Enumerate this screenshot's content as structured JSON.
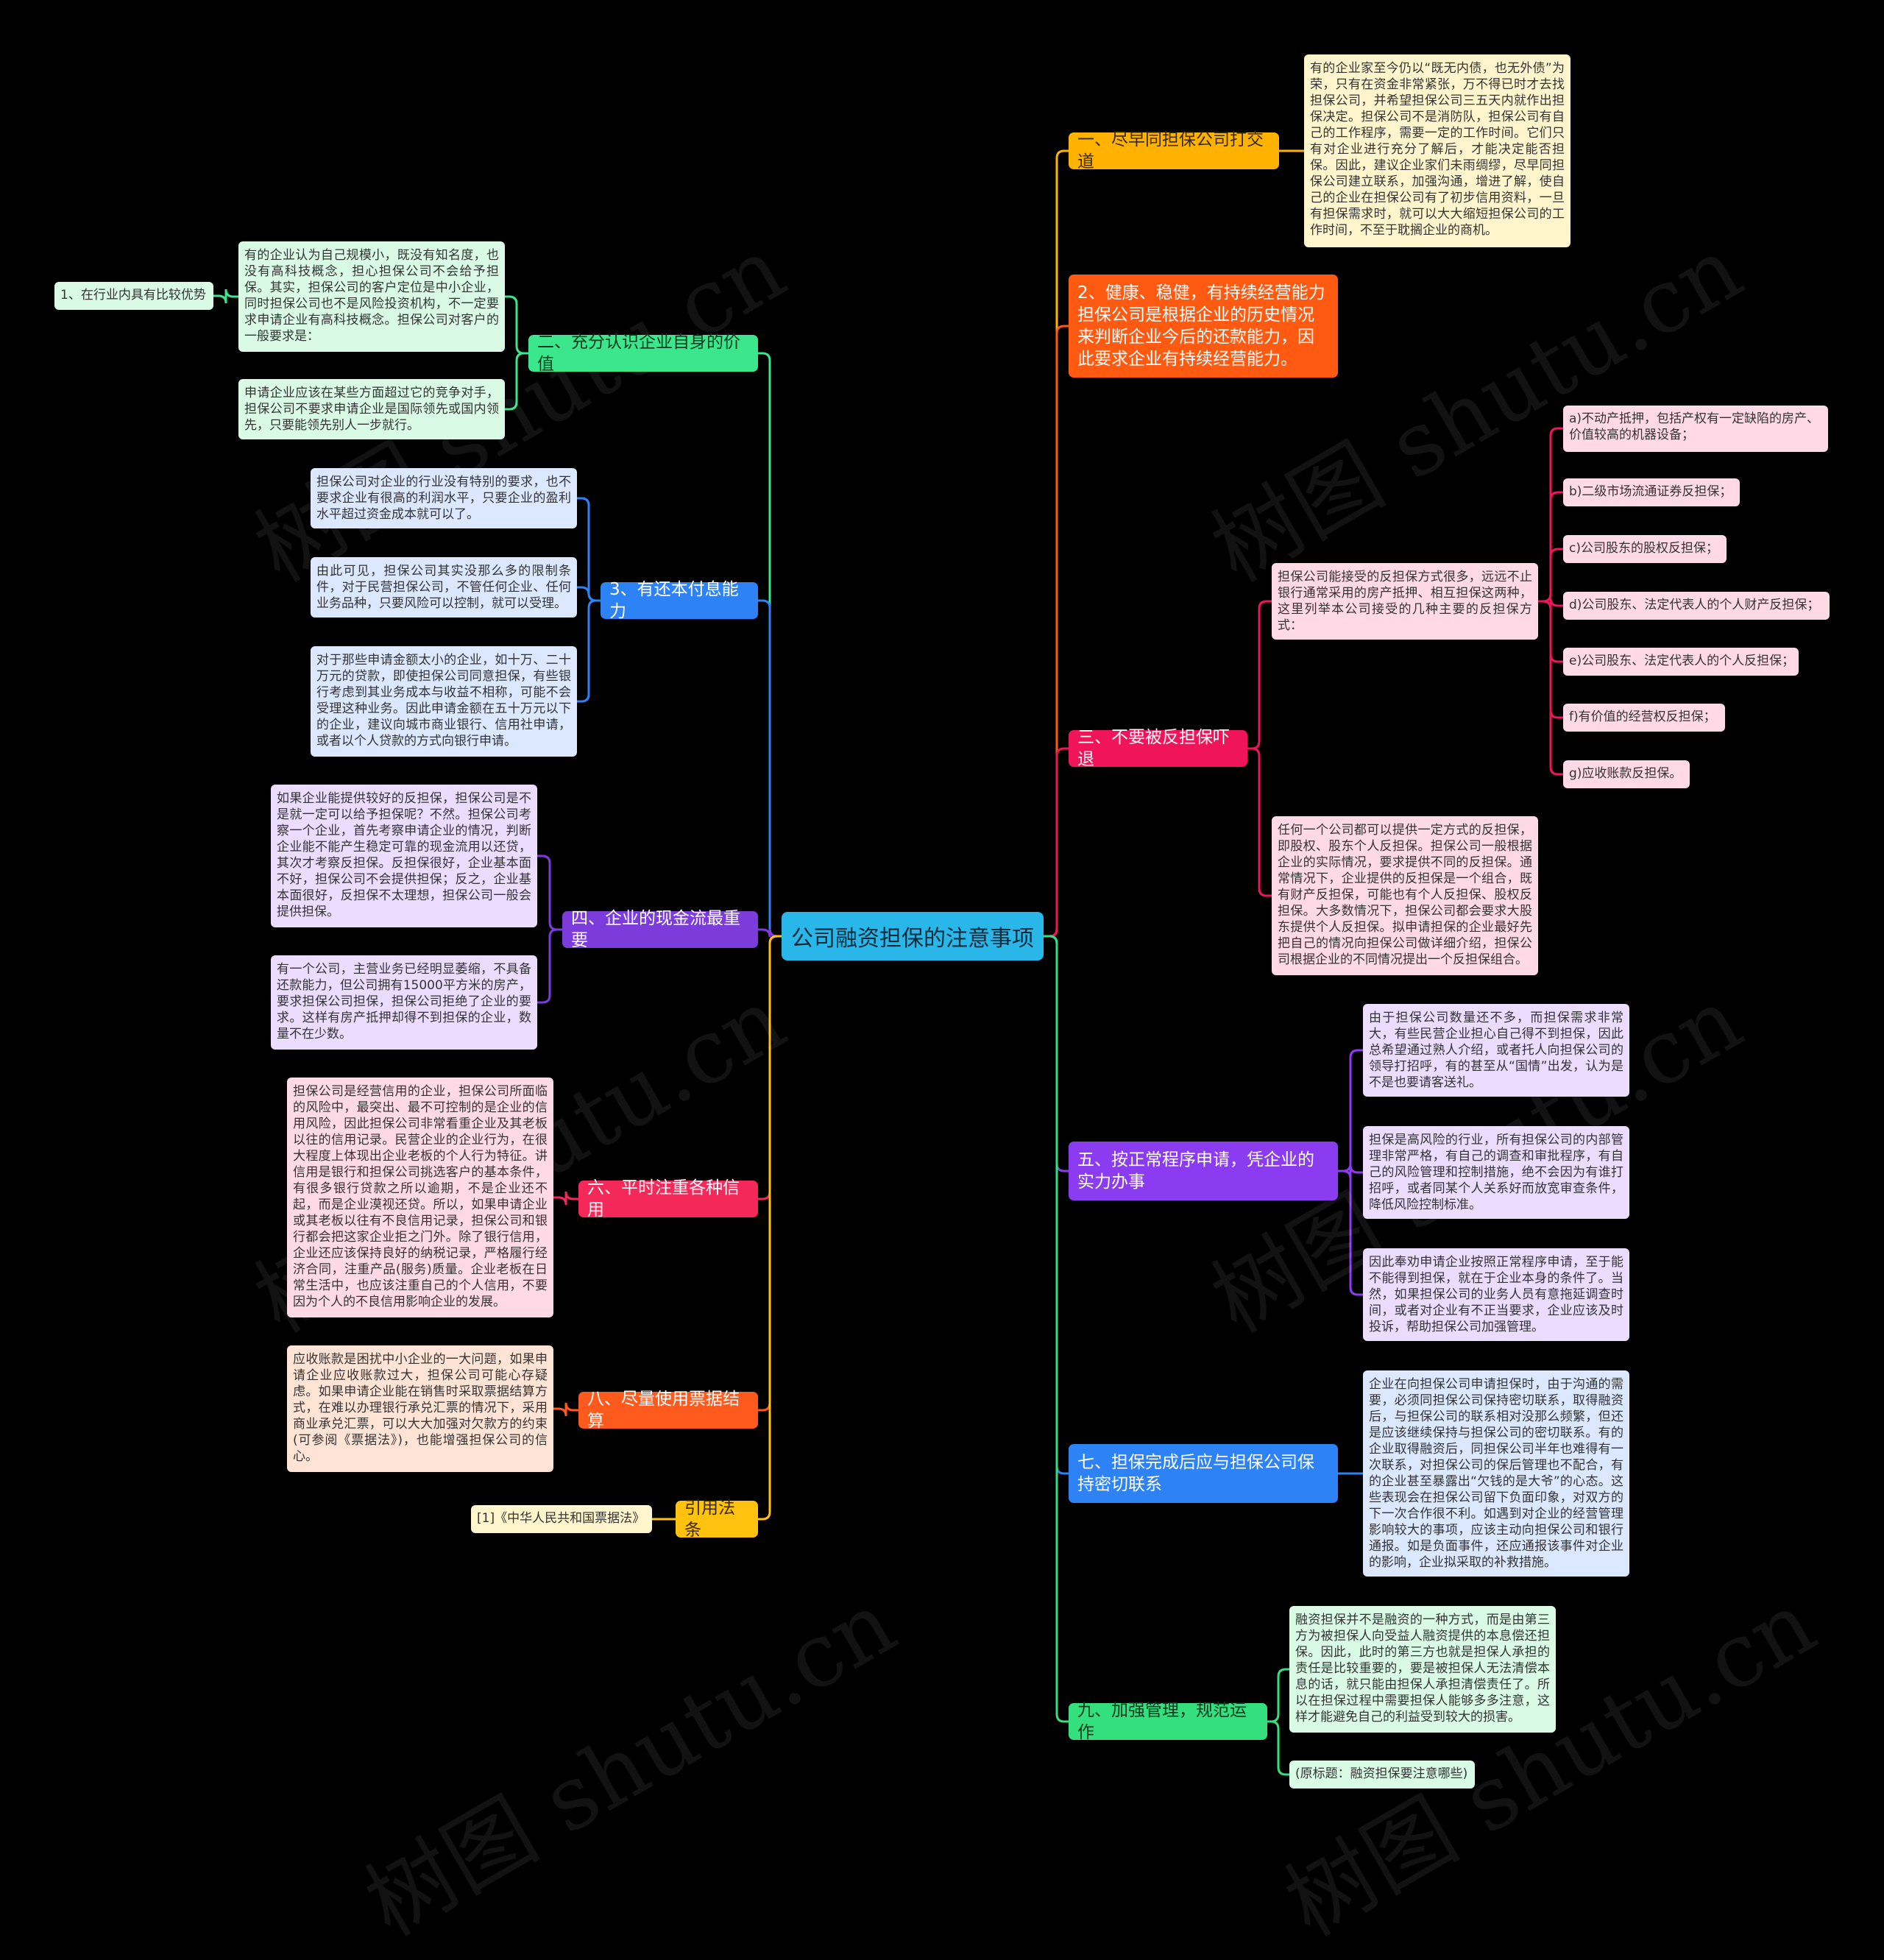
{
  "watermark": "树图 shutu.cn",
  "center": "公司融资担保的注意事项",
  "colors": {
    "yellow": "#ffb300",
    "orange": "#ff5a12",
    "pink": "#f0145a",
    "purple": "#8c3cf0",
    "blue": "#2d82f5",
    "green": "#34e07e",
    "lightgreen": "#3ce68c",
    "violet": "#7c3cdc",
    "crimson": "#f5285a",
    "deeporange": "#ff5a1e",
    "gold": "#ffc20e"
  },
  "right": {
    "b1": {
      "label": "一、尽早同担保公司打交道",
      "note": "有的企业家至今仍以“既无内债，也无外债”为荣，只有在资金非常紧张，万不得已时才去找担保公司，并希望担保公司三五天内就作出担保决定。担保公司不是消防队，担保公司有自己的工作程序，需要一定的工作时间。它们只有对企业进行充分了解后，才能决定能否担保。因此，建议企业家们未雨绸缪，尽早同担保公司建立联系，加强沟通，增进了解，使自己的企业在担保公司有了初步信用资料，一旦有担保需求时，就可以大大缩短担保公司的工作时间，不至于耽搁企业的商机。"
    },
    "b2": {
      "label": "2、健康、稳健，有持续经营能力担保公司是根据企业的历史情况来判断企业今后的还款能力，因此要求企业有持续经营能力。"
    },
    "b3": {
      "label": "三、不要被反担保吓退",
      "note1": "担保公司能接受的反担保方式很多，远远不止银行通常采用的房产抵押、相互担保这两种，这里列举本公司接受的几种主要的反担保方式：",
      "items": [
        "a)不动产抵押，包括产权有一定缺陷的房产、价值较高的机器设备；",
        "b)二级市场流通证券反担保；",
        "c)公司股东的股权反担保；",
        "d)公司股东、法定代表人的个人财产反担保；",
        "e)公司股东、法定代表人的个人反担保；",
        "f)有价值的经营权反担保；",
        "g)应收账款反担保。"
      ],
      "note2": "任何一个公司都可以提供一定方式的反担保，即股权、股东个人反担保。担保公司一般根据企业的实际情况，要求提供不同的反担保。通常情况下，企业提供的反担保是一个组合，既有财产反担保，可能也有个人反担保、股权反担保。大多数情况下，担保公司都会要求大股东提供个人反担保。拟申请担保的企业最好先把自己的情况向担保公司做详细介绍，担保公司根据企业的不同情况提出一个反担保组合。"
    },
    "b5": {
      "label": "五、按正常程序申请，凭企业的实力办事",
      "notes": [
        "由于担保公司数量还不多，而担保需求非常大，有些民营企业担心自己得不到担保，因此总希望通过熟人介绍，或者托人向担保公司的领导打招呼，有的甚至从“国情”出发，认为是不是也要请客送礼。",
        "担保是高风险的行业，所有担保公司的内部管理非常严格，有自己的调查和审批程序，有自己的风险管理和控制措施，绝不会因为有谁打招呼，或者同某个人关系好而放宽审查条件，降低风险控制标准。",
        "因此奉劝申请企业按照正常程序申请，至于能不能得到担保，就在于企业本身的条件了。当然，如果担保公司的业务人员有意拖延调查时间，或者对企业有不正当要求，企业应该及时投诉，帮助担保公司加强管理。"
      ]
    },
    "b7": {
      "label": "七、担保完成后应与担保公司保持密切联系",
      "note": "企业在向担保公司申请担保时，由于沟通的需要，必须同担保公司保持密切联系，取得融资后，与担保公司的联系相对没那么频繁，但还是应该继续保持与担保公司的密切联系。有的企业取得融资后，同担保公司半年也难得有一次联系，对担保公司的保后管理也不配合，有的企业甚至暴露出“欠钱的是大爷”的心态。这些表现会在担保公司留下负面印象，对双方的下一次合作很不利。如遇到对企业的经营管理影响较大的事项，应该主动向担保公司和银行通报。如是负面事件，还应通报该事件对企业的影响，企业拟采取的补救措施。"
    },
    "b9": {
      "label": "九、加强管理，规范运作",
      "note": "融资担保并不是融资的一种方式，而是由第三方为被担保人向受益人融资提供的本息偿还担保。因此，此时的第三方也就是担保人承担的责任是比较重要的，要是被担保人无法清偿本息的话，就只能由担保人承担清偿责任了。所以在担保过程中需要担保人能够多多注意，这样才能避免自己的利益受到较大的损害。",
      "tag": "(原标题：融资担保要注意哪些)"
    }
  },
  "left": {
    "b2": {
      "label": "二、充分认识企业自身的价值",
      "note1": "有的企业认为自己规模小，既没有知名度，也没有高科技概念，担心担保公司不会给予担保。其实，担保公司的客户定位是中小企业，同时担保公司也不是风险投资机构，不一定要求申请企业有高科技概念。担保公司对客户的一般要求是：",
      "tag": "1、在行业内具有比较优势",
      "note2": "申请企业应该在某些方面超过它的竞争对手，担保公司不要求申请企业是国际领先或国内领先，只要能领先别人一步就行。"
    },
    "b3": {
      "label": "3、有还本付息能力",
      "notes": [
        "担保公司对企业的行业没有特别的要求，也不要求企业有很高的利润水平，只要企业的盈利水平超过资金成本就可以了。",
        "由此可见，担保公司其实没那么多的限制条件，对于民营担保公司，不管任何企业、任何业务品种，只要风险可以控制，就可以受理。",
        "对于那些申请金额太小的企业，如十万、二十万元的贷款，即使担保公司同意担保，有些银行考虑到其业务成本与收益不相称，可能不会受理这种业务。因此申请金额在五十万元以下的企业，建议向城市商业银行、信用社申请，或者以个人贷款的方式向银行申请。"
      ]
    },
    "b4": {
      "label": "四、企业的现金流最重要",
      "notes": [
        "如果企业能提供较好的反担保，担保公司是不是就一定可以给予担保呢？不然。担保公司考察一个企业，首先考察申请企业的情况，判断企业能不能产生稳定可靠的现金流用以还贷，其次才考察反担保。反担保很好，企业基本面不好，担保公司不会提供担保；反之，企业基本面很好，反担保不太理想，担保公司一般会提供担保。",
        "有一个公司，主营业务已经明显萎缩，不具备还款能力，但公司拥有15000平方米的房产，要求担保公司担保，担保公司拒绝了企业的要求。这样有房产抵押却得不到担保的企业，数量不在少数。"
      ]
    },
    "b6": {
      "label": "六、平时注重各种信用",
      "note": "担保公司是经营信用的企业，担保公司所面临的风险中，最突出、最不可控制的是企业的信用风险，因此担保公司非常看重企业及其老板以往的信用记录。民营企业的企业行为，在很大程度上体现出企业老板的个人行为特征。讲信用是银行和担保公司挑选客户的基本条件，有很多银行贷款之所以逾期，不是企业还不起，而是企业漠视还贷。所以，如果申请企业或其老板以往有不良信用记录，担保公司和银行都会把这家企业拒之门外。除了银行信用，企业还应该保持良好的纳税记录，严格履行经济合同，注重产品(服务)质量。企业老板在日常生活中，也应该注重自己的个人信用，不要因为个人的不良信用影响企业的发展。"
    },
    "b8": {
      "label": "八、尽量使用票据结算",
      "note": "应收账款是困扰中小企业的一大问题，如果申请企业应收账款过大，担保公司可能心存疑虑。如果申请企业能在销售时采取票据结算方式，在难以办理银行承兑汇票的情况下，采用商业承兑汇票，可以大大加强对欠款方的约束(可参阅《票据法》)，也能增强担保公司的信心。"
    },
    "law": {
      "label": "引用法条",
      "tag": "[1]《中华人民共和国票据法》"
    }
  }
}
